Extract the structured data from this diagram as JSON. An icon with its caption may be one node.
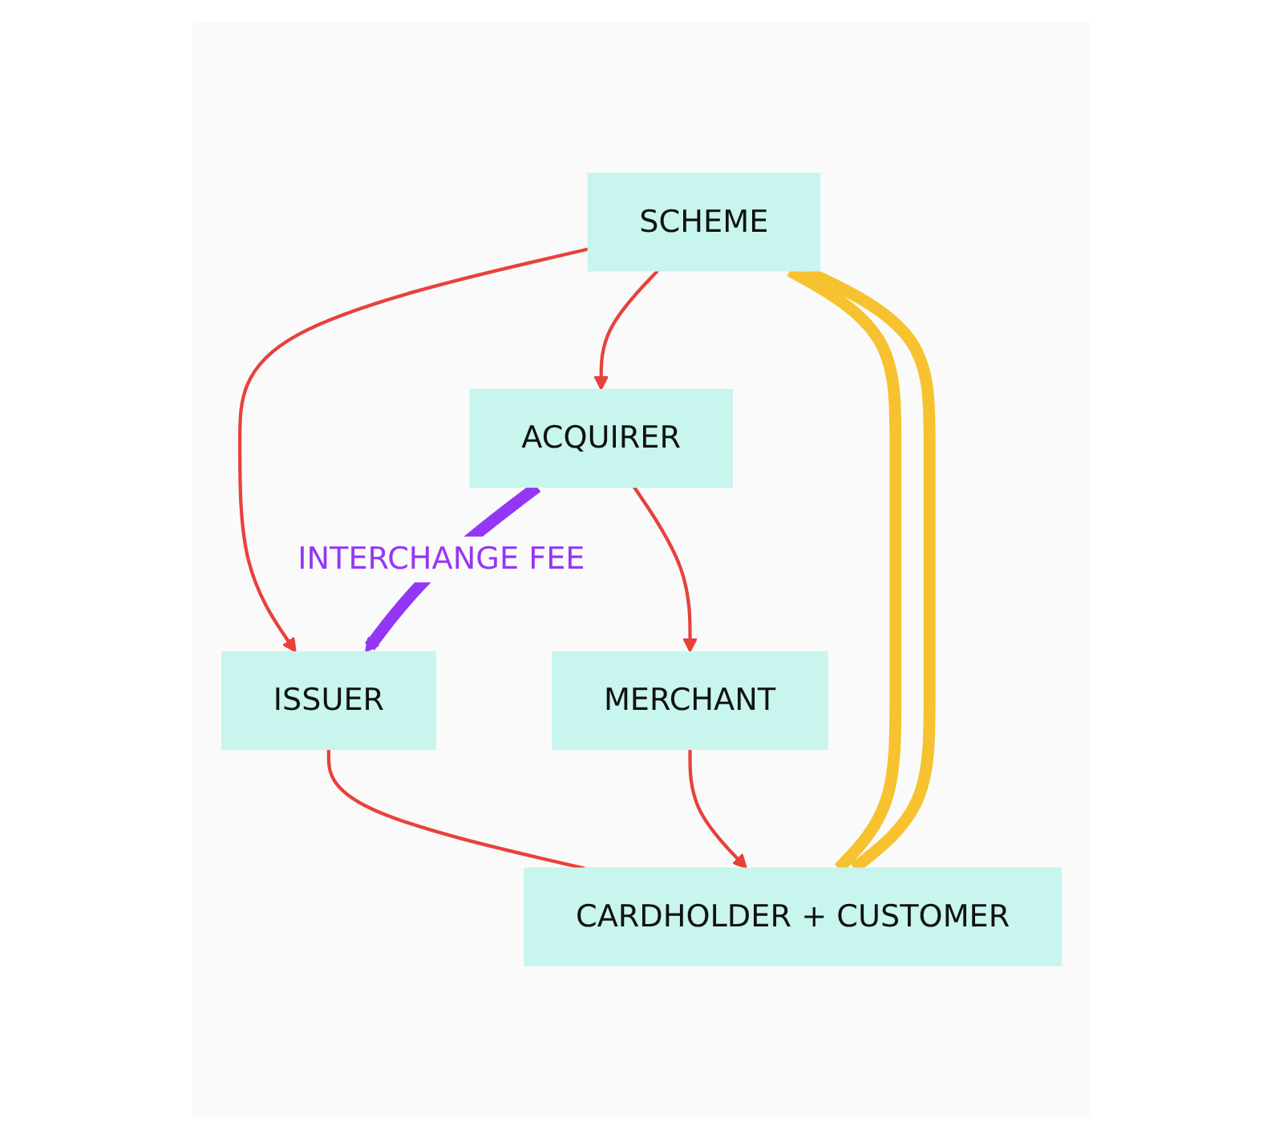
{
  "diagram": {
    "nodes": [
      {
        "text": [
          "SCHEME"
        ]
      },
      {
        "text": [
          "ISSUER"
        ]
      },
      {
        "text": [
          "ACQUIRER"
        ]
      },
      {
        "text": [
          "MERCHANT"
        ]
      },
      {
        "text": [
          "CARDHOLDER + CUSTOMER"
        ]
      }
    ],
    "edges": [
      {
        "from": 0,
        "to": 1,
        "arrow": "to"
      },
      {
        "from": 0,
        "to": 2,
        "arrow": "to"
      },
      {
        "from": 2,
        "to": 1,
        "arrow": "to",
        "label": "INTERCHANGE FEE",
        "style": "thick",
        "color": "#9437f5"
      },
      {
        "from": 1,
        "to": 4,
        "arrow": "none"
      },
      {
        "from": 2,
        "to": 3,
        "arrow": "to"
      },
      {
        "from": 3,
        "to": 4,
        "arrow": "to"
      },
      {
        "from": 0,
        "to": 4,
        "arrow": "none",
        "style": "thick",
        "color": "#f7c22f"
      },
      {
        "from": 0,
        "to": 4,
        "arrow": "none",
        "style": "thick",
        "color": "#f7c22f"
      }
    ]
  }
}
